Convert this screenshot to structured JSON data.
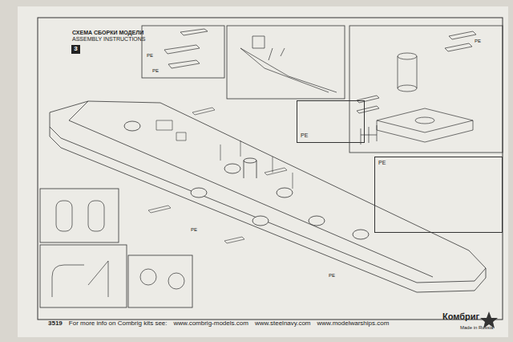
{
  "diagram": {
    "title": "СХЕМА СБОРКИ МОДЕЛИ",
    "nodes": [
      {
        "text": [
          "3"
        ]
      },
      {
        "text": [
          "PE"
        ]
      },
      {
        "text": [
          "PE"
        ]
      }
    ],
    "labels": [
      "ASSEMBLY INSTRUCTIONS",
      "PE",
      "PE",
      "PE",
      "PE",
      "PE",
      "3519",
      "For more info on Combrig kits see:",
      "www.combrig-models.com",
      "www.steelnavy.com",
      "www.modelwarships.com",
      "Комбриг",
      "Made in Russia"
    ]
  }
}
